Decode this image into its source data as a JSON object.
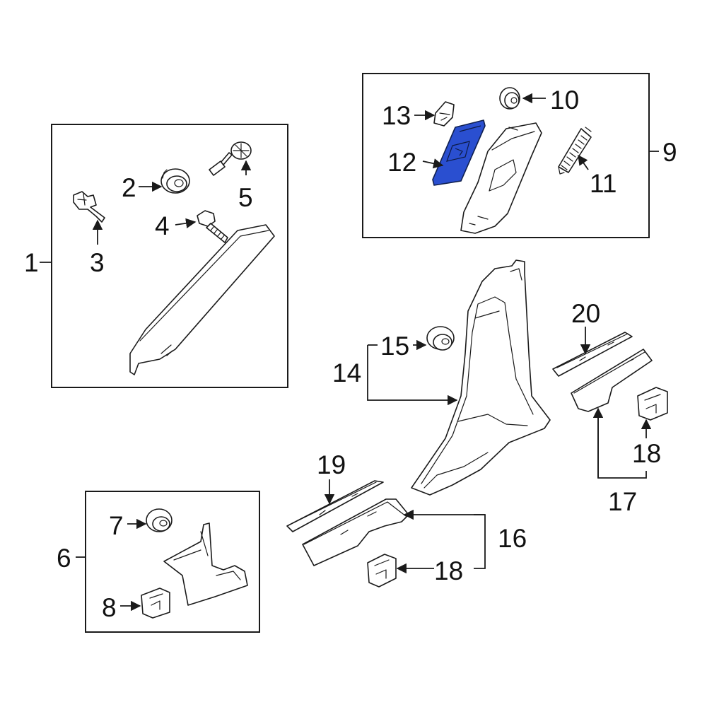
{
  "callouts": {
    "c1": "1",
    "c2": "2",
    "c3": "3",
    "c4": "4",
    "c5": "5",
    "c6": "6",
    "c7": "7",
    "c8": "8",
    "c9": "9",
    "c10": "10",
    "c11": "11",
    "c12": "12",
    "c13": "13",
    "c14": "14",
    "c15": "15",
    "c16": "16",
    "c17": "17",
    "c18a": "18",
    "c18b": "18",
    "c19": "19",
    "c20": "20"
  },
  "highlight_color": "#2a4fd0"
}
